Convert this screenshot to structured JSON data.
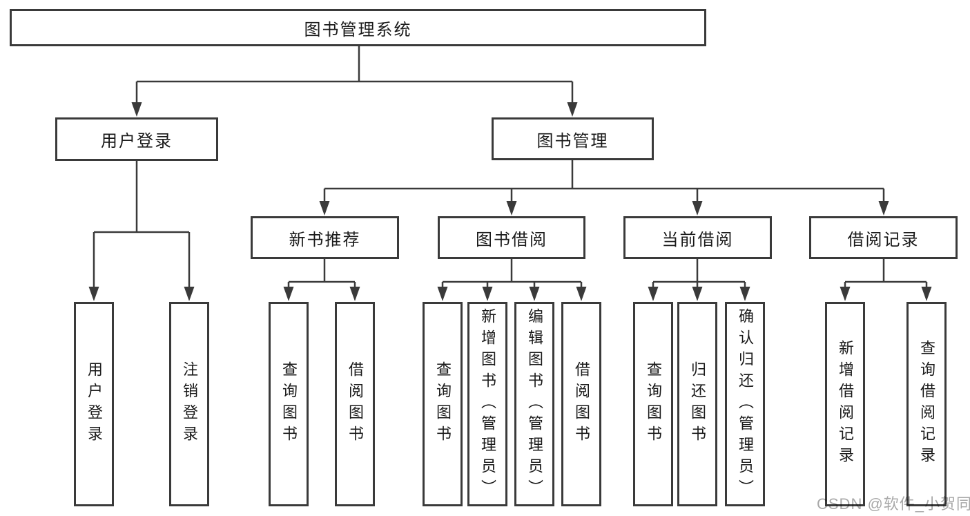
{
  "tree": {
    "root": {
      "label": "图书管理系统"
    },
    "level2": [
      {
        "label": "用户登录",
        "children": [
          "用户登录",
          "注销登录"
        ]
      },
      {
        "label": "图书管理",
        "groups": [
          {
            "label": "新书推荐",
            "children": [
              "查询图书",
              "借阅图书"
            ]
          },
          {
            "label": "图书借阅",
            "children": [
              "查询图书",
              "新增图书（管理员）",
              "编辑图书（管理员）",
              "借阅图书"
            ]
          },
          {
            "label": "当前借阅",
            "children": [
              "查询图书",
              "归还图书",
              "确认归还（管理员）"
            ]
          },
          {
            "label": "借阅记录",
            "children": [
              "新增借阅记录",
              "查询借阅记录"
            ]
          }
        ]
      }
    ]
  },
  "watermark": "CSDN @软件_小贺同学",
  "colors": {
    "line": "#3a3a3a",
    "box_border": "#3a3a3a",
    "text": "#1a1a1a",
    "watermark": "#a8a8a8",
    "background": "#ffffff"
  }
}
